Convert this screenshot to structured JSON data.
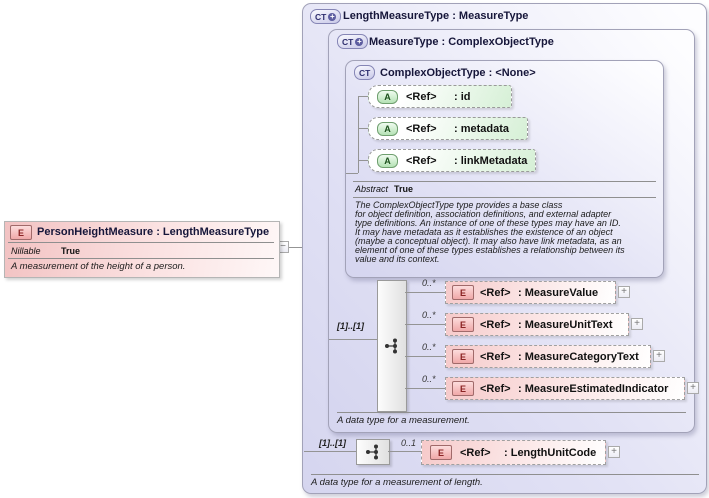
{
  "person": {
    "icon": "E",
    "title": "PersonHeightMeasure : LengthMeasureType",
    "nillable_label": "Nillable",
    "nillable_value": "True",
    "doc": "A measurement of the height of a person.",
    "collapse_glyph": "−"
  },
  "outer": {
    "icon": "CT",
    "icon_plus": "+",
    "title": "LengthMeasureType : MeasureType",
    "doc": "A data type for a measurement of length.",
    "group_cardinality": "[1]..[1]",
    "element": {
      "cardinality": "0..1",
      "icon": "E",
      "ref": "<Ref>",
      "name": ": LengthUnitCode",
      "expand": "+"
    }
  },
  "measure": {
    "icon": "CT",
    "icon_plus": "+",
    "title": "MeasureType : ComplexObjectType",
    "doc": "A data type for a measurement.",
    "group_cardinality": "[1]..[1]",
    "elements": [
      {
        "cardinality": "0..*",
        "icon": "E",
        "ref": "<Ref>",
        "name": ": MeasureValue",
        "expand": "+"
      },
      {
        "cardinality": "0..*",
        "icon": "E",
        "ref": "<Ref>",
        "name": ": MeasureUnitText",
        "expand": "+"
      },
      {
        "cardinality": "0..*",
        "icon": "E",
        "ref": "<Ref>",
        "name": ": MeasureCategoryText",
        "expand": "+"
      },
      {
        "cardinality": "0..*",
        "icon": "E",
        "ref": "<Ref>",
        "name": ": MeasureEstimatedIndicator",
        "expand": "+"
      }
    ]
  },
  "complex": {
    "icon": "CT",
    "title": "ComplexObjectType : <None>",
    "attributes": [
      {
        "icon": "A",
        "ref": "<Ref>",
        "name": ": id"
      },
      {
        "icon": "A",
        "ref": "<Ref>",
        "name": ": metadata"
      },
      {
        "icon": "A",
        "ref": "<Ref>",
        "name": ": linkMetadata"
      }
    ],
    "abstract_label": "Abstract",
    "abstract_value": "True",
    "doc": "The ComplexObjectType type provides a base class\nfor object definition, association definitions, and external adapter\ntype definitions. An instance of one of these types may have an ID.\nIt may have metadata as it establishes the existence of an object\n(maybe a conceptual object). It may also have link metadata, as an\nelement of one of these types establishes a relationship between its\nvalue and its context."
  },
  "colors": {
    "element_pink": "#f6caca",
    "attribute_green": "#d6f0d6",
    "type_lavender": "#dcdcf2",
    "border_gray": "#9a9a9a"
  }
}
